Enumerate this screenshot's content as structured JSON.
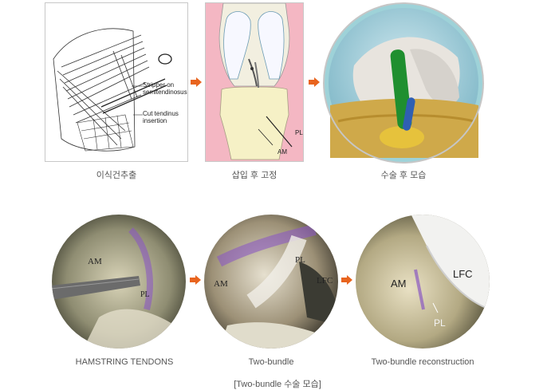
{
  "top_row": {
    "panel1": {
      "caption": "이식건추출",
      "annot_stripper": "Stripper on semitendinosus",
      "annot_cut": "Cut tendinus insertion"
    },
    "panel2": {
      "caption": "삽입 후 고정",
      "label_pl": "PL",
      "label_am": "AM"
    },
    "panel3": {
      "caption": "수술 후 모습"
    }
  },
  "bottom_row": {
    "photo1": {
      "caption": "HAMSTRING TENDONS",
      "label_am": "AM",
      "label_pl": "PL"
    },
    "photo2": {
      "caption": "Two-bundle",
      "label_am": "AM",
      "label_pl": "PL",
      "label_lfc": "LFC"
    },
    "photo3": {
      "caption": "Two-bundle reconstruction",
      "label_am": "AM",
      "label_pl": "PL",
      "label_lfc": "LFC"
    }
  },
  "footer": {
    "caption": "[Two-bundle 수술 모습]"
  },
  "colors": {
    "arrow": "#e8641e",
    "panel_border": "#c8c8c8",
    "caption_text": "#555555"
  }
}
